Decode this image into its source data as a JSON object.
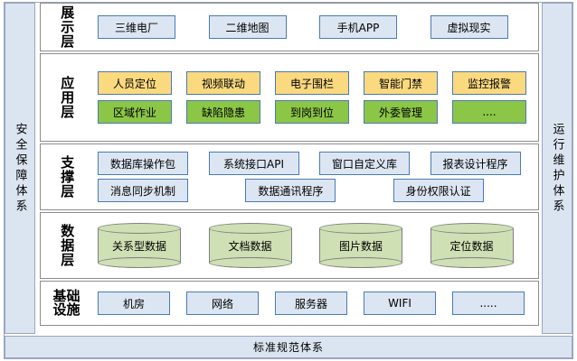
{
  "diagram": {
    "left_rail": {
      "label": "安全保障体系"
    },
    "right_rail": {
      "label": "运行维护体系"
    },
    "footer": {
      "label": "标准规范体系"
    },
    "colors": {
      "rail_fill": "#dbe5f1",
      "rail_border": "#9aa7bd",
      "panel_border": "#8d8d8d",
      "node_blue_fill": "#dce6f2",
      "node_blue_border": "#4a7ab5",
      "node_amber_fill": "#fad97f",
      "node_green_fill": "#8cc646",
      "cylinder_fill": "#cfe0b4",
      "cylinder_border": "#808080"
    },
    "layers": [
      {
        "id": "presentation",
        "label": "展示层",
        "label_mode": "vertical",
        "rows": [
          {
            "style": "blue",
            "items": [
              {
                "label": "三维电厂"
              },
              {
                "label": "二维地图"
              },
              {
                "label": "手机APP"
              },
              {
                "label": "虚拟现实"
              }
            ]
          }
        ]
      },
      {
        "id": "application",
        "label": "应用层",
        "label_mode": "vertical",
        "rows": [
          {
            "style": "amber",
            "items": [
              {
                "label": "人员定位"
              },
              {
                "label": "视频联动"
              },
              {
                "label": "电子围栏"
              },
              {
                "label": "智能门禁"
              },
              {
                "label": "监控报警"
              }
            ]
          },
          {
            "style": "green",
            "items": [
              {
                "label": "区域作业"
              },
              {
                "label": "缺陷隐患"
              },
              {
                "label": "到岗到位"
              },
              {
                "label": "外委管理"
              },
              {
                "label": "...."
              }
            ]
          }
        ]
      },
      {
        "id": "support",
        "label": "支撑层",
        "label_mode": "vertical",
        "rows": [
          {
            "style": "blue",
            "items": [
              {
                "label": "数据库操作包"
              },
              {
                "label": "系统接口API"
              },
              {
                "label": "窗口自定义库"
              },
              {
                "label": "报表设计程序"
              }
            ]
          },
          {
            "style": "blue",
            "items": [
              {
                "label": "消息同步机制"
              },
              {
                "label": "数据通讯程序"
              },
              {
                "label": "身份权限认证"
              }
            ]
          }
        ]
      },
      {
        "id": "data",
        "label": "数据层",
        "label_mode": "vertical",
        "rows": [
          {
            "style": "cylinder",
            "items": [
              {
                "label": "关系型数据"
              },
              {
                "label": "文档数据"
              },
              {
                "label": "图片数据"
              },
              {
                "label": "定位数据"
              }
            ]
          }
        ]
      },
      {
        "id": "infrastructure",
        "label": "基础设施",
        "label_mode": "grid2",
        "rows": [
          {
            "style": "blue",
            "items": [
              {
                "label": "机房"
              },
              {
                "label": "网络"
              },
              {
                "label": "服务器"
              },
              {
                "label": "WIFI"
              },
              {
                "label": "....."
              }
            ]
          }
        ]
      }
    ]
  }
}
